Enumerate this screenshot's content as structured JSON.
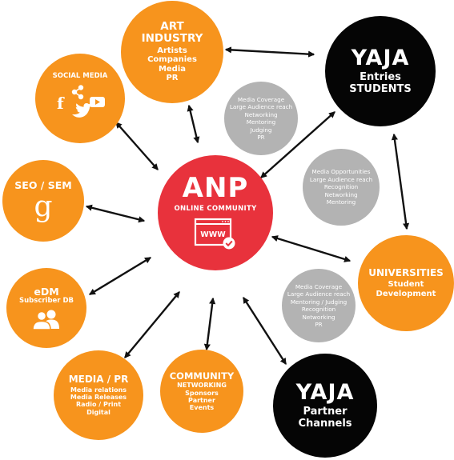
{
  "center": {
    "title": "ANP",
    "subtitle": "ONLINE COMMUNITY",
    "icon_text": "WWW",
    "icon": "website-check-icon",
    "color": "#E8323C"
  },
  "nodes": {
    "art_industry": {
      "title_1": "ART",
      "title_2": "INDUSTRY",
      "items": [
        "Artists",
        "Companies",
        "Media",
        "PR"
      ],
      "color": "#F7941D"
    },
    "social_media": {
      "title": "SOCIAL MEDIA",
      "icons": [
        "facebook-icon",
        "share-icon",
        "youtube-icon",
        "twitter-icon"
      ]
    },
    "seo_sem": {
      "title": "SEO / SEM",
      "icon": "google-icon"
    },
    "edm": {
      "title": "eDM",
      "subtitle": "Subscriber DB",
      "icon": "users-icon"
    },
    "media_pr": {
      "title": "MEDIA / PR",
      "items": [
        "Media relations",
        "Media Releases",
        "Radio / Print",
        "Digital"
      ]
    },
    "community": {
      "title": "COMMUNITY",
      "items": [
        "NETWORKING",
        "Sponsors",
        "Partner",
        "Events"
      ]
    },
    "yaja_partner": {
      "title": "YAJA",
      "sub_1": "Partner",
      "sub_2": "Channels",
      "color": "#050505"
    },
    "universities": {
      "title": "UNIVERSITIES",
      "sub_1": "Student",
      "sub_2": "Development"
    },
    "yaja_entries": {
      "title": "YAJA",
      "sub_1": "Entries",
      "sub_2": "STUDENTS"
    }
  },
  "benefits": {
    "top": [
      "Media Coverage",
      "Large Audience reach",
      "Networking",
      "Mentoring",
      "Judging",
      "PR"
    ],
    "right": [
      "Media Opportunities",
      "Large Audience reach",
      "Recognition",
      "Networking",
      "Mentoring"
    ],
    "bottom": [
      "Media Coverage",
      "Large Audience reach",
      "Mentoring / Judging",
      "Recognition",
      "Networking",
      "PR"
    ],
    "color": "#B3B3B3"
  }
}
